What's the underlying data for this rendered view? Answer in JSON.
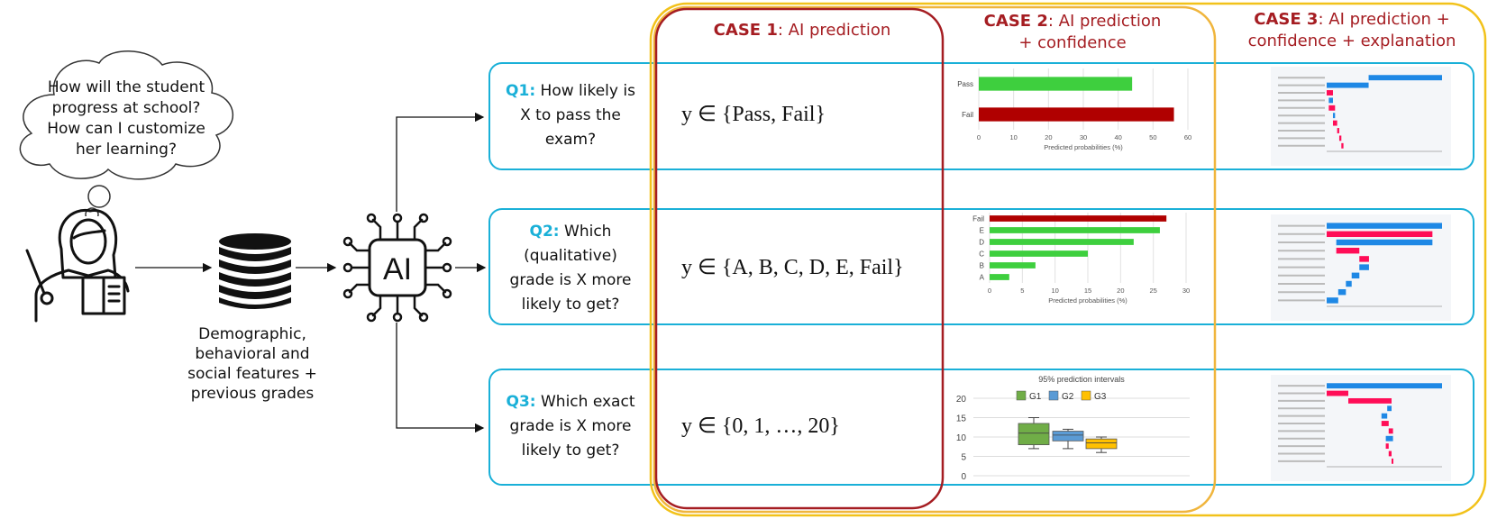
{
  "cloud": {
    "line1": "How will the student",
    "line2": "progress at school?",
    "line3": "How can I customize",
    "line4": "her learning?"
  },
  "features": {
    "line1": "Demographic,",
    "line2": "behavioral and",
    "line3": "social features +",
    "line4": "previous grades"
  },
  "ai_label": "AI",
  "cases": [
    {
      "label": "CASE 1",
      "text": ": AI prediction"
    },
    {
      "label": "CASE 2",
      "text": ": AI prediction",
      "line2": "+ confidence"
    },
    {
      "label": "CASE 3",
      "text": ": AI prediction +",
      "line2": "confidence + explanation"
    }
  ],
  "questions": [
    {
      "label": "Q1:",
      "text1": " How likely is",
      "text2": "X to pass the",
      "text3": "exam?",
      "expr": "y ∈ {Pass, Fail}"
    },
    {
      "label": "Q2:",
      "text1": " Which",
      "text2": "(qualitative)",
      "text3": "grade is X more",
      "text4": "likely to get?",
      "expr": "y ∈ {A, B, C, D, E, Fail}"
    },
    {
      "label": "Q3:",
      "text1": " Which exact",
      "text2": "grade is X more",
      "text3": "likely to get?",
      "expr": "y ∈ {0, 1, …, 20}"
    }
  ],
  "colors": {
    "question_border": "#1ab0d8",
    "case1_border": "#a51d22",
    "case2_border": "#f0b53c",
    "case3_border": "#f2c21a",
    "bar_green": "#3ecf3e",
    "bar_red": "#b00000",
    "box_g1": "#70ad47",
    "box_g2": "#5b9bd5",
    "box_g3": "#ffc000",
    "shap_blue": "#1e88e5",
    "shap_red": "#ff0d57"
  },
  "chart_data": [
    {
      "type": "bar",
      "orientation": "horizontal",
      "categories": [
        "Pass",
        "Fail"
      ],
      "values": [
        44,
        56
      ],
      "xlabel": "Predicted probabilities (%)",
      "xlim": [
        0,
        60
      ],
      "xticks": [
        0,
        10,
        20,
        30,
        40,
        50,
        60
      ]
    },
    {
      "type": "bar",
      "orientation": "horizontal",
      "categories": [
        "Fail",
        "E",
        "D",
        "C",
        "B",
        "A"
      ],
      "values": [
        27,
        26,
        22,
        15,
        7,
        3
      ],
      "xlabel": "Predicted probabilities (%)",
      "xlim": [
        0,
        30
      ],
      "xticks": [
        0,
        5,
        10,
        15,
        20,
        25,
        30
      ]
    },
    {
      "type": "box",
      "title": "95% prediction intervals",
      "ylim": [
        0,
        20
      ],
      "yticks": [
        0,
        5,
        10,
        15,
        20
      ],
      "series": [
        {
          "name": "G1",
          "min": 7,
          "q1": 8,
          "median": 11,
          "q3": 13.5,
          "max": 15
        },
        {
          "name": "G2",
          "min": 7,
          "q1": 9,
          "median": 10.5,
          "q3": 11.5,
          "max": 12
        },
        {
          "name": "G3",
          "min": 6,
          "q1": 7,
          "median": 8.5,
          "q3": 9.5,
          "max": 10
        }
      ]
    }
  ]
}
